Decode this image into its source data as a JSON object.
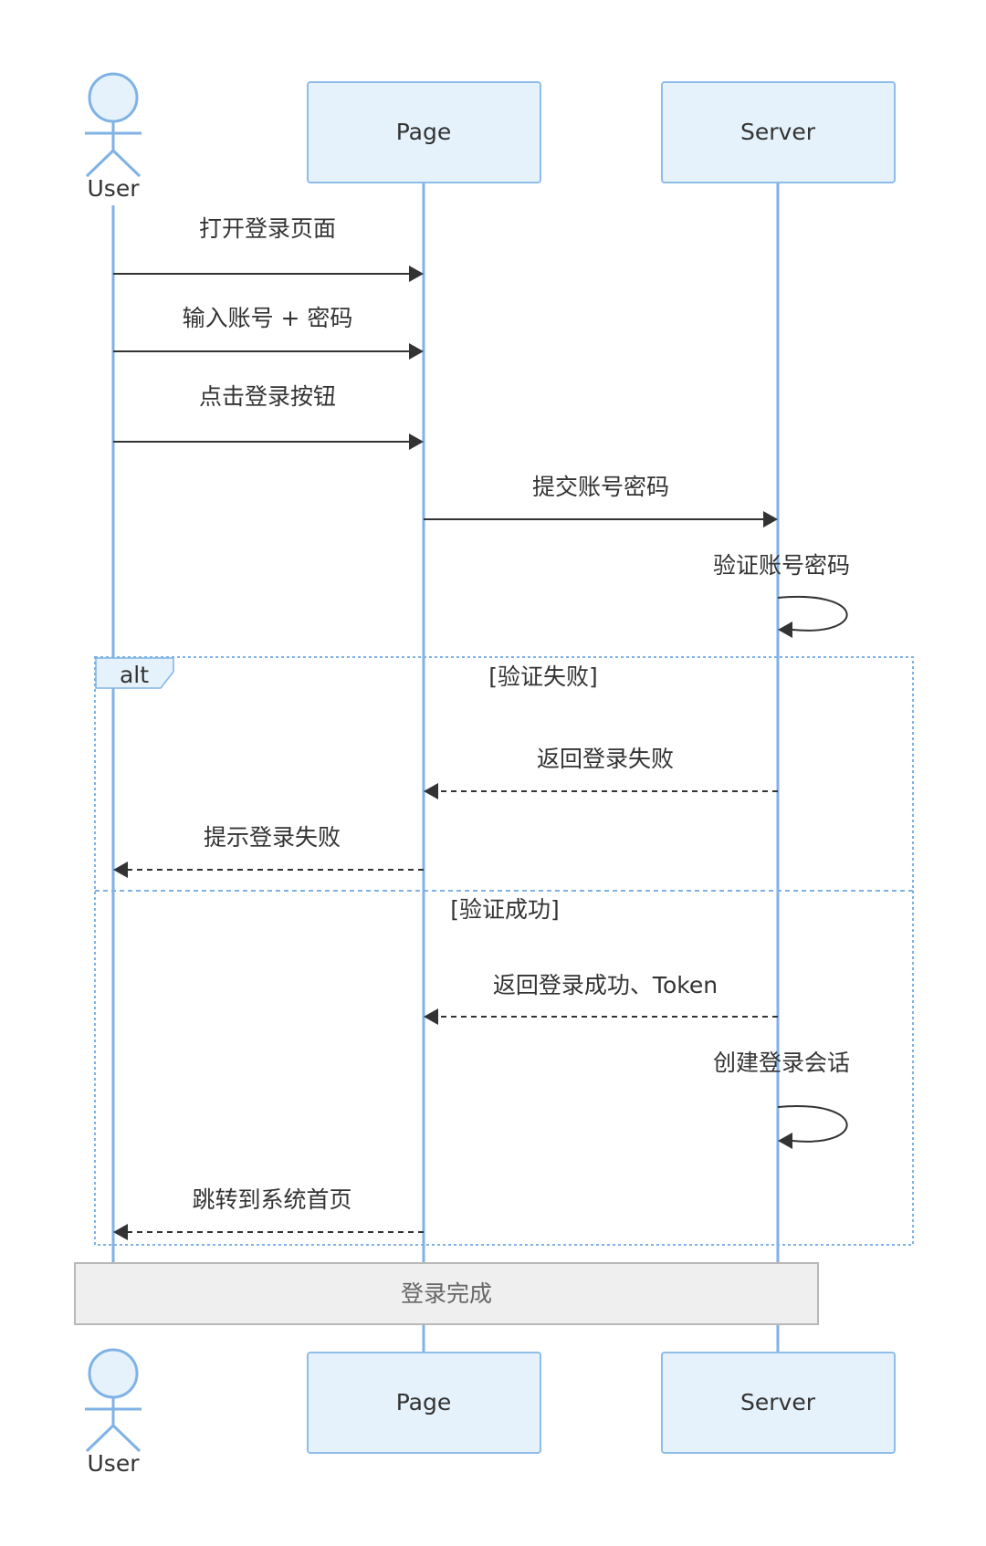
{
  "participants": {
    "user": "User",
    "page": "Page",
    "server": "Server"
  },
  "messages": {
    "open_login_page": "打开登录页面",
    "input_credentials": "输入账号 + 密码",
    "click_login_button": "点击登录按钮",
    "submit_credentials": "提交账号密码",
    "verify_credentials": "验证账号密码",
    "return_login_failed": "返回登录失败",
    "prompt_login_failed": "提示登录失败",
    "return_login_success": "返回登录成功、Token",
    "create_login_session": "创建登录会话",
    "redirect_homepage": "跳转到系统首页"
  },
  "alt_block": {
    "label": "alt",
    "guard_fail": "[验证失败]",
    "guard_success": "[验证成功]"
  },
  "note": {
    "text": "登录完成"
  },
  "colors": {
    "participant_fill": "#e5f2fb",
    "participant_border": "#8fbde9",
    "lifeline": "#7fb2e5",
    "message": "#333333",
    "note_fill": "#efefef"
  }
}
